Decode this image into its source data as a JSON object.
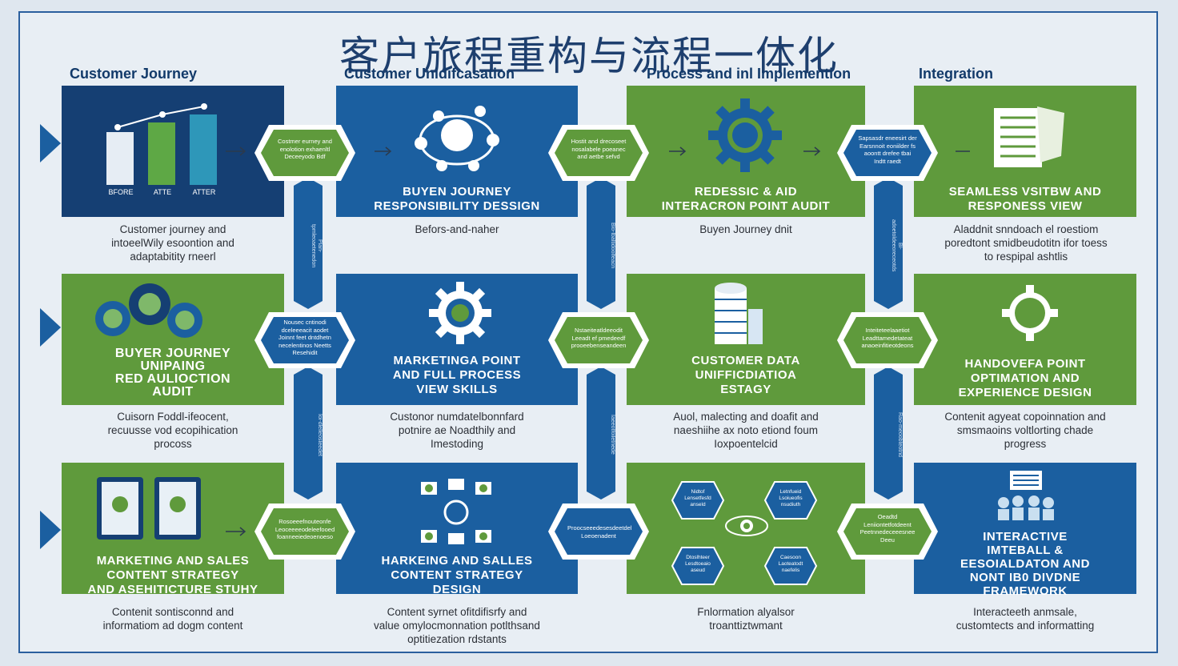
{
  "title": "客户旅程重构与流程一体化",
  "columns": [
    "Customer Journey",
    "Customer Unidifcasation",
    "Process and inl Implemention",
    "Integration"
  ],
  "chart_bars": [
    "BFORE",
    "ATTE",
    "ATTER"
  ],
  "panels": {
    "r1c1": "",
    "r1c2": "BUYEN JOURNEY\nRESPONSIBILITY DESSIGN",
    "r1c3": "REDESSIC & AID\nINTERACRON POINT AUDIT",
    "r1c4": "SEAMLESS VSITBW AND\nRESPONESS VIEW",
    "r2c1": "BUYER JOURNEY\nUNIPAING\nRED AULIOCTION\nAUDIT",
    "r2c2": "MARKETINGA POINT\nAND FULL PROCESS\nVIEW SKILLS",
    "r2c3": "CUSTOMER DATA\nUNIFFIСDIATIOA\nESTAGY",
    "r2c4": "HANDOVEFA POINT\nOPTIMATION AND\nEXPERIENCE DESIGN",
    "r3c1": "MARKETING AND SALES\nCONTENT STRATEGY\nAND ASEHITICTURE STUHY",
    "r3c2": "HARKEING AND SALLES\nCONTENT STRATEGY\nDESIGN",
    "r3c3": "",
    "r3c4": "INTERACTIVE\nIMTEBALL &\nEESOIALDATON AND\nNONT IB0 DIVDNE\nFRAMEWORK"
  },
  "captions": {
    "r1c1": "Customer journey and\nintoeelWily esoontion and\nadaptabitity rneerl",
    "r1c2": "Befors-and-naher",
    "r1c3": "Buyen Journey dnit",
    "r1c4": "Aladdnit snndoach el roestiom\nporedtont smidbeudotitn ifor toess\nto respipal ashtlis",
    "r2c1": "Cuisorn Foddl-ifeocent,\nrecuusse vod ecopihication\nprocoss",
    "r2c2": "Custonor numdatelbonnfard\npotnire ae Noadthily and\nImestoding",
    "r2c3": "Auol, malecting and doafit and\nnaeshiihe ax noto etiond foum\nIoxpoentelcid",
    "r2c4": "Contenit agyeat copoinnation and\nsmsmaoins voltlorting chade\nprogress",
    "r3c1": "Contenit sontisconnd and\ninformatiom ad dogm content",
    "r3c2": "Content syrnet ofitdifisrfy and\nvalue omylocmonnation potlthsand\noptitiezation rdstants",
    "r3c3": "Fnlormation alyalsor\ntroanttiztwmant",
    "r3c4": "Interacteeth anmsale,\ncustomtects and informatting"
  },
  "hexes": {
    "h11": "Costmer eurney and\nenolotion exhaenltl\nDeceeyodo Bdf",
    "h12": "Hostit and drecoseet\nnosalabele poeanec\nand aetbe sefvd",
    "h13": "Sapsasdr eneesirt der\nEarsnnoit eoniilder fs\naoontt drefee tbai\nIndtt raedt",
    "h21": "Nousec cntinodi\ndceleeeacit aodet\nJoinnt feet dntdhetn\nnecelentinos Neetts\nResehidit",
    "h22": "Nstaeiteatldeeodit\nLeeadt ef pmedeedf\nprooeebenseandeen",
    "h23": "Inteiteteelaaetiot\nLeadttamedetateat\nanaoeinfitieotdeons",
    "h31": "Rosoeeefnouteonfe\nLeoceeeeodeleefooed\nfoanneeiedeoenoeso",
    "h32": "Proocseeedesesdeetdel\nLoeoenadent",
    "h33": "Oeadtd\nLeniiontetfotdeent\nPeetnnedeceeesnee\nDeeu",
    "m1": "Nidtof\nLensetfesfd\nanseld",
    "m2": "Letnfueid\nLsoiueofis\nnsudiuth",
    "m3": "Dtoslhteer\nLesdtoeaio\naseud",
    "m4": "Caesoon\nLaoteatodt\nnaefelis"
  },
  "vbars": [
    "Plan-tpmleoaetenedon",
    "Ioi-dlelleosteedet",
    "Blo-lbaltidoolfeacn",
    "Iaeeotfoiletnede",
    "Bl-adoetoldeeoreceotds",
    "Rao-meoobteotnd"
  ],
  "colors": {
    "navy": "#153f73",
    "blue": "#1b5fa0",
    "green": "#5f9a3c",
    "light": "#e8eef4"
  }
}
